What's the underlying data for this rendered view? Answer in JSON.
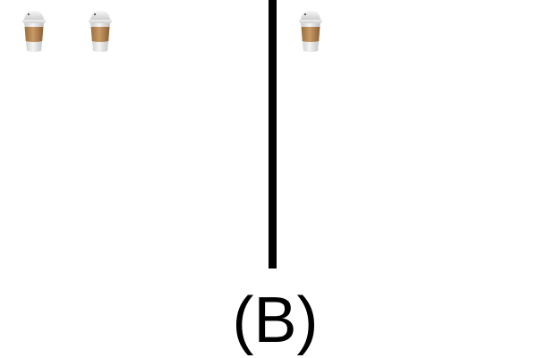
{
  "label": "(B)",
  "icons": {
    "cup": "coffee-cup-icon"
  },
  "colors": {
    "divider": "#000000",
    "cup_sleeve": "#b88a57",
    "cup_lid": "#e9e9e9"
  },
  "left_side": {
    "cup_count": 2
  },
  "right_side": {
    "cup_count": 1
  }
}
